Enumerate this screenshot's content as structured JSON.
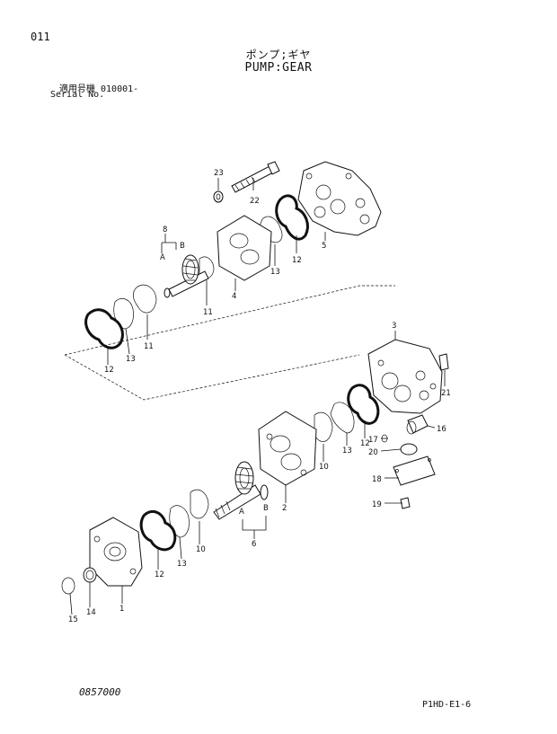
{
  "header": {
    "page_number": "011",
    "title_jp": "ポンプ;ギヤ",
    "title_en": "PUMP:GEAR",
    "serial_label_jp": "適用号機  010001-",
    "serial_label_en": "Serial No."
  },
  "footer": {
    "document_code": "0857000",
    "sheet_code": "P1HD-E1-6"
  },
  "callouts": {
    "c1": "1",
    "c2": "2",
    "c3": "3",
    "c4": "4",
    "c5": "5",
    "c6": "6",
    "c8": "8",
    "c10a": "10",
    "c10b": "10",
    "c11a": "11",
    "c11b": "11",
    "c12a": "12",
    "c12b": "12",
    "c12c": "12",
    "c12d": "12",
    "c13a": "13",
    "c13b": "13",
    "c13c": "13",
    "c13d": "13",
    "c14": "14",
    "c15": "15",
    "c16": "16",
    "c17": "17",
    "c18": "18",
    "c19": "19",
    "c20": "20",
    "c21": "21",
    "c22": "22",
    "c23": "23",
    "lA1": "A",
    "lB1": "B",
    "lA2": "A",
    "lB2": "B"
  }
}
